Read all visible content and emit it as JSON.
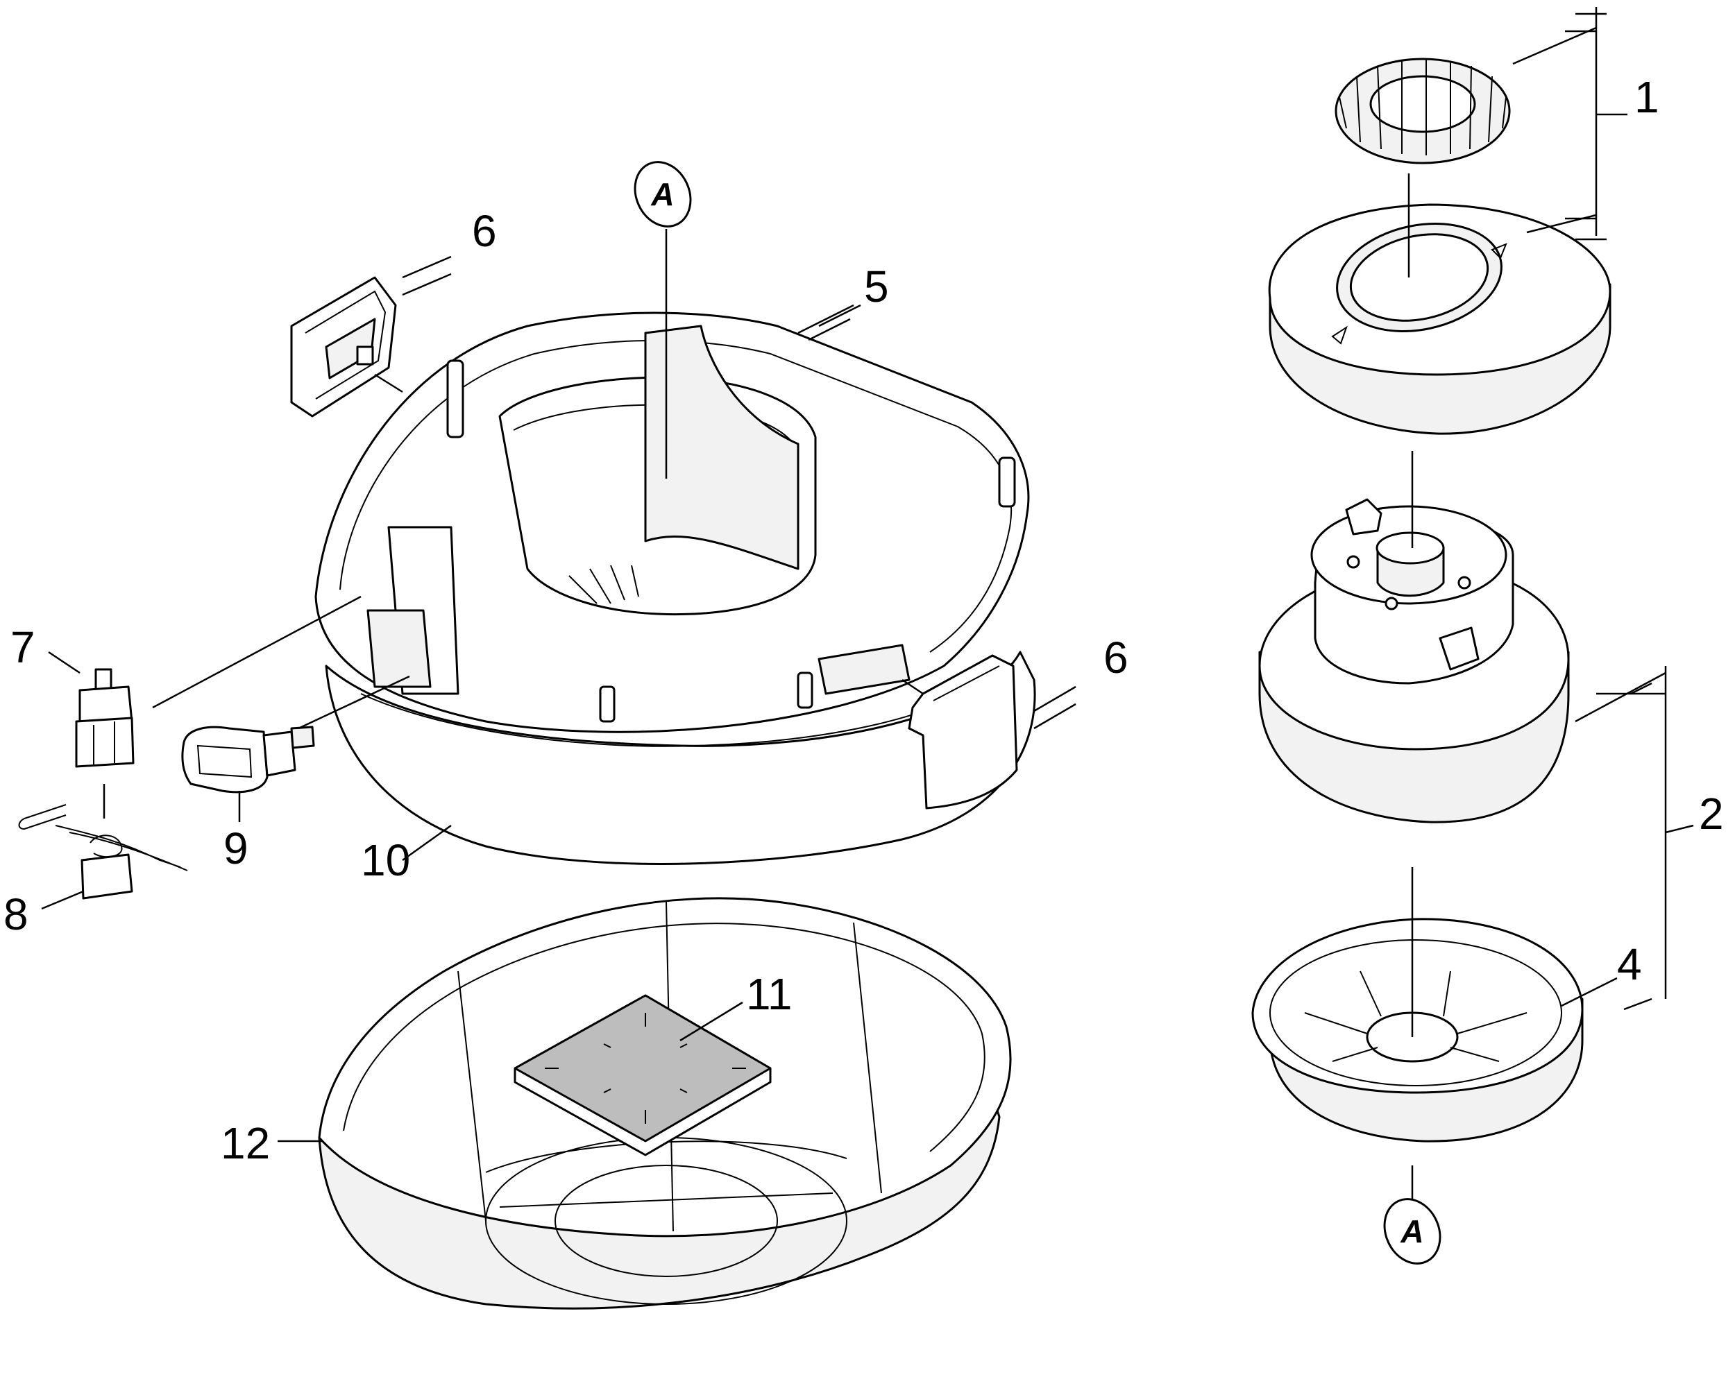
{
  "callouts": {
    "c1": "1",
    "c2": "2",
    "c4": "4",
    "c5": "5",
    "c6a": "6",
    "c6b": "6",
    "c7": "7",
    "c8": "8",
    "c9": "9",
    "c10": "10",
    "c11": "11",
    "c12": "12"
  },
  "reference_markers": {
    "top": "A",
    "bottom": "A"
  },
  "colors": {
    "line": "#000000",
    "part_fill": "#ffffff",
    "shade_fill": "#f2f2f2",
    "filter_pad_fill": "#bdbdbd"
  }
}
